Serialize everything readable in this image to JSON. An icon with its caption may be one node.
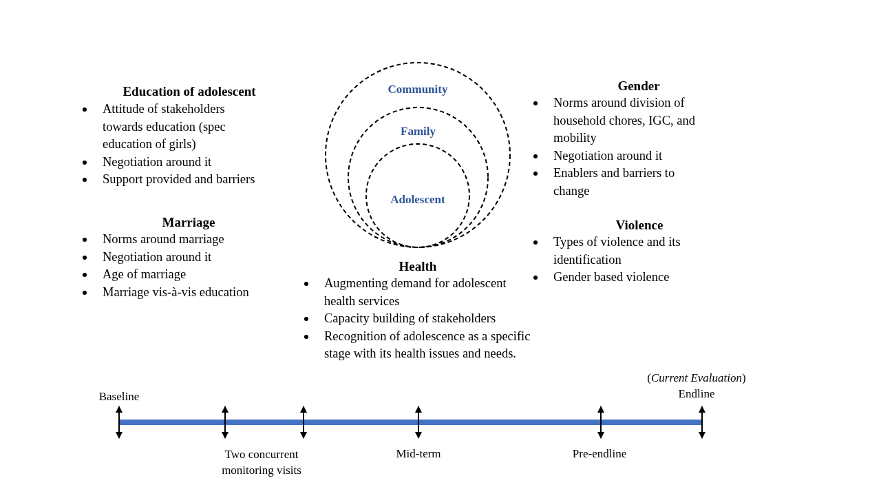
{
  "diagram": {
    "nodes": [
      {
        "text": [
          "Community"
        ]
      },
      {
        "text": [
          "Family"
        ],
        "in": 0
      },
      {
        "text": [
          "Adolescent"
        ],
        "in": 1
      }
    ],
    "edges": [],
    "labels": [
      "Education of adolescent",
      "Attitude of stakeholders towards education (spec education of girls)",
      "Negotiation around it",
      "Support provided and barriers",
      "Gender",
      "Norms around division of household chores, IGC, and mobility",
      "Negotiation around it",
      "Enablers and barriers to change",
      "Marriage",
      "Norms around marriage",
      "Negotiation around it",
      "Age of marriage",
      "Marriage vis-à-vis education",
      "Violence",
      "Types of violence and its identification",
      "Gender based violence",
      "Health",
      "Augmenting demand for adolescent health services",
      "Capacity building of stakeholders",
      "Recognition of adolescence as a specific stage with its health issues and needs.",
      "(*Current Evaluation*)",
      "Baseline",
      "Endline",
      "Two concurrent monitoring visits",
      "Mid-term",
      "Pre-endline"
    ]
  }
}
